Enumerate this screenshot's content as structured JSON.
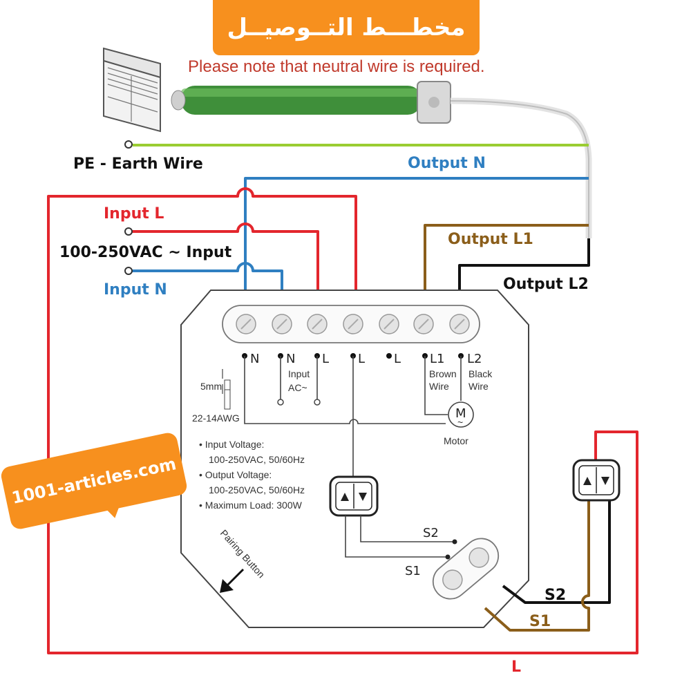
{
  "banner": {
    "title": "مخطـــط التــوصيــل"
  },
  "note": "Please note that neutral wire is required.",
  "labels": {
    "pe": "PE - Earth Wire",
    "output_n": "Output N",
    "input_l": "Input L",
    "supply": "100-250VAC ~ Input",
    "input_n": "Input N",
    "output_l1": "Output L1",
    "output_l2": "Output L2",
    "s2": "S2",
    "s1": "S1",
    "l": "L"
  },
  "terminals": [
    "N",
    "N",
    "L",
    "L",
    "L",
    "L1",
    "L2"
  ],
  "module": {
    "input_ac_1": "Input",
    "input_ac_2": "AC~",
    "brown_1": "Brown",
    "brown_2": "Wire",
    "black_1": "Black",
    "black_2": "Wire",
    "motor_symbol": "M",
    "motor_tilde": "~",
    "motor_label": "Motor",
    "strip_len": "5mm",
    "gauge": "22-14AWG",
    "specs": [
      "• Input Voltage:",
      "100-250VAC, 50/60Hz",
      "• Output Voltage:",
      "100-250VAC, 50/60Hz",
      "• Maximum Load: 300W"
    ],
    "s2": "S2",
    "s1": "S1",
    "pairing": "Pairing Button"
  },
  "watermark": "1001-articles.com",
  "colors": {
    "live": "#e3262d",
    "neutral": "#2f7fc1",
    "earth": "#9acd32",
    "brown": "#8b5e1a",
    "black": "#111111",
    "banner": "#f7901e",
    "motor": "#3f8f3a"
  },
  "icons": [
    "roller-shutter-icon",
    "tubular-motor-icon",
    "up-down-switch-icon",
    "motor-symbol-icon",
    "pairing-arrow-icon"
  ]
}
